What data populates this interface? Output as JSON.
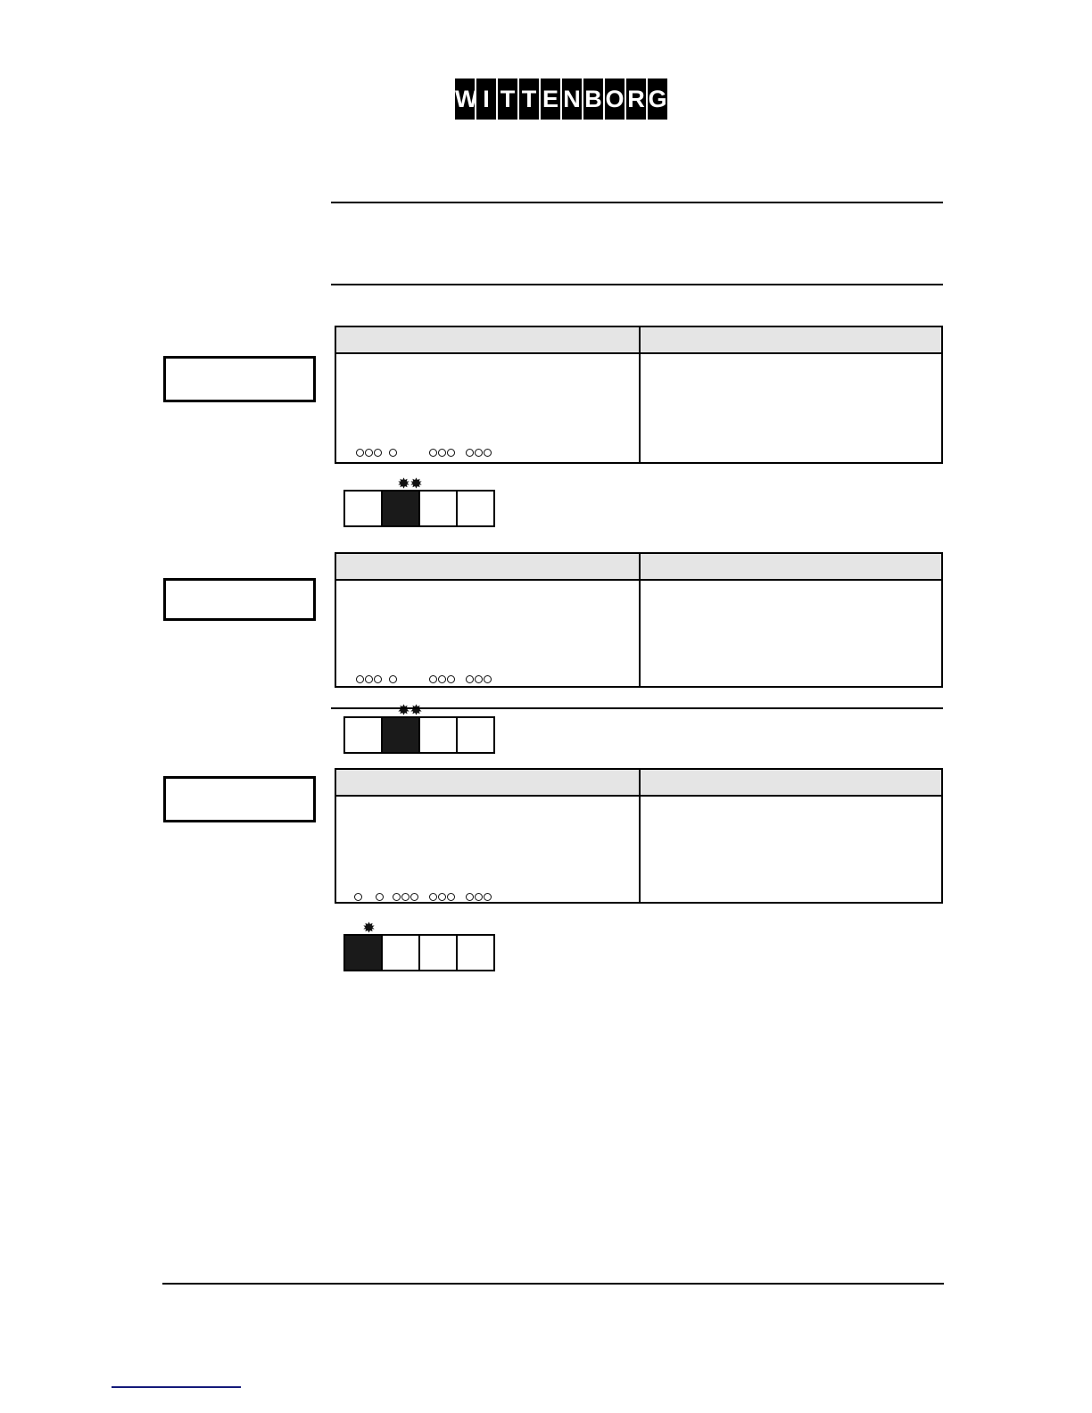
{
  "document": {
    "brand": "WITTENBORG",
    "brand_letters": [
      "W",
      "I",
      "T",
      "T",
      "E",
      "N",
      "B",
      "O",
      "R",
      "G"
    ],
    "page_background": "#ffffff",
    "ink_color": "#000000",
    "header_fill": "#e5e5e5",
    "link_color": "#141a7a",
    "led_on_color": "#1a1a1a"
  },
  "headings": {
    "main": "",
    "sub": ""
  },
  "captions": {
    "box_1": "",
    "box_2": "",
    "box_3": ""
  },
  "tables": [
    {
      "id": "table-1",
      "header": {
        "left": "",
        "right": ""
      },
      "body": {
        "left": "",
        "right": ""
      },
      "led_widget": {
        "id": "led-widget-1",
        "groups": [
          {
            "lamps": [
              "off",
              "off",
              "off"
            ]
          },
          {
            "lamps": [
              "off",
              "blink",
              "blink"
            ]
          },
          {
            "lamps": [
              "off",
              "off",
              "off"
            ]
          },
          {
            "lamps": [
              "off",
              "off",
              "off"
            ]
          }
        ],
        "cells": [
          "off",
          "on",
          "off",
          "off"
        ]
      }
    },
    {
      "id": "table-2",
      "header": {
        "left": "",
        "right": ""
      },
      "body": {
        "left": "",
        "right": ""
      },
      "led_widget": {
        "id": "led-widget-2",
        "groups": [
          {
            "lamps": [
              "off",
              "off",
              "off"
            ]
          },
          {
            "lamps": [
              "off",
              "blink",
              "blink"
            ]
          },
          {
            "lamps": [
              "off",
              "off",
              "off"
            ]
          },
          {
            "lamps": [
              "off",
              "off",
              "off"
            ]
          }
        ],
        "cells": [
          "off",
          "on",
          "off",
          "off"
        ]
      }
    },
    {
      "id": "table-3",
      "header": {
        "left": "",
        "right": ""
      },
      "body": {
        "left": "",
        "right": ""
      },
      "led_widget": {
        "id": "led-widget-3",
        "groups": [
          {
            "lamps": [
              "off",
              "blink",
              "off"
            ]
          },
          {
            "lamps": [
              "off",
              "off",
              "off"
            ]
          },
          {
            "lamps": [
              "off",
              "off",
              "off"
            ]
          },
          {
            "lamps": [
              "off",
              "off",
              "off"
            ]
          }
        ],
        "cells": [
          "on",
          "off",
          "off",
          "off"
        ]
      }
    }
  ],
  "footer": {
    "link_text": ""
  }
}
